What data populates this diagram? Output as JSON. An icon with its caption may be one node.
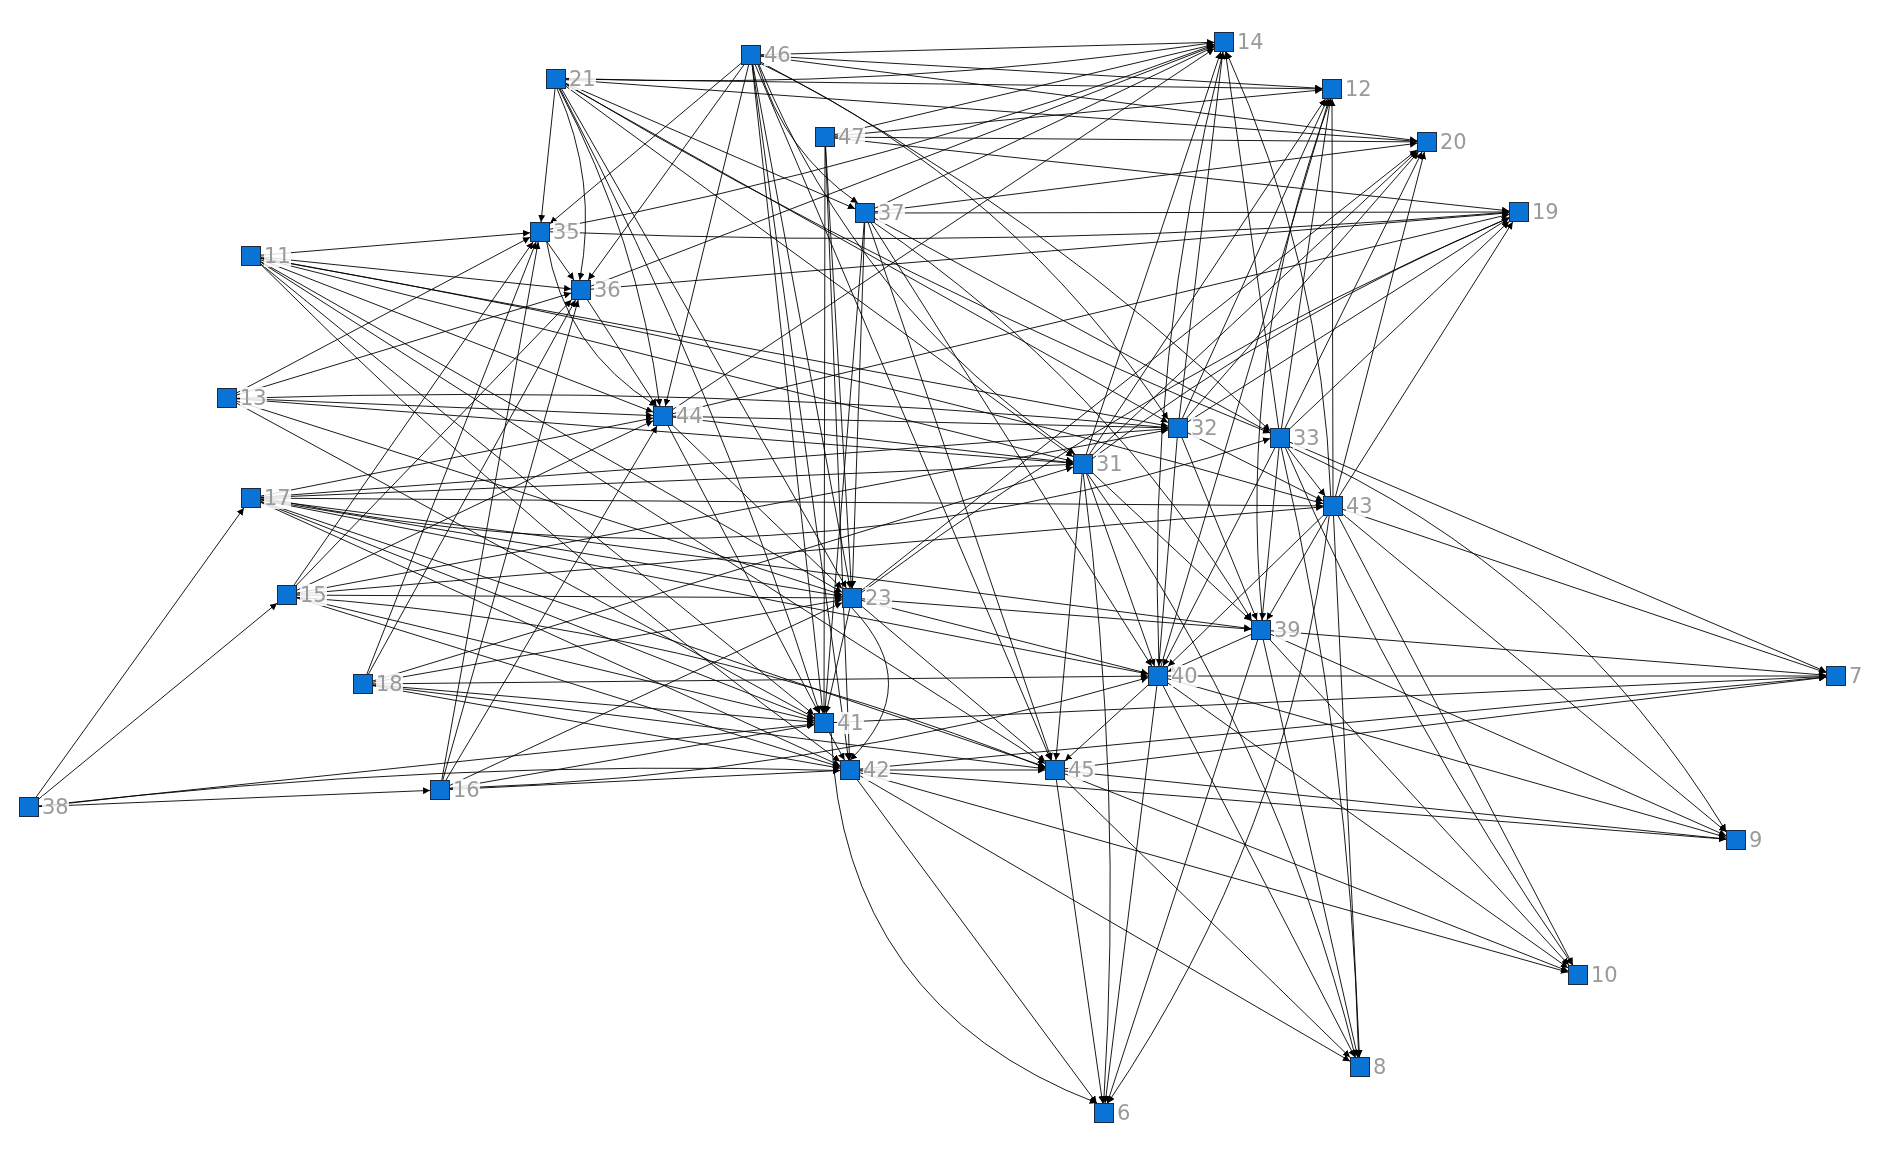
{
  "diagram": {
    "nodes": [
      {
        "text": [
          "14"
        ]
      },
      {
        "text": [
          "46"
        ]
      },
      {
        "text": [
          "21"
        ]
      },
      {
        "text": [
          "12"
        ]
      },
      {
        "text": [
          "47"
        ]
      },
      {
        "text": [
          "20"
        ]
      },
      {
        "text": [
          "19"
        ]
      },
      {
        "text": [
          "37"
        ]
      },
      {
        "text": [
          "35"
        ]
      },
      {
        "text": [
          "11"
        ]
      },
      {
        "text": [
          "36"
        ]
      },
      {
        "text": [
          "13"
        ]
      },
      {
        "text": [
          "44"
        ]
      },
      {
        "text": [
          "32"
        ]
      },
      {
        "text": [
          "33"
        ]
      },
      {
        "text": [
          "31"
        ]
      },
      {
        "text": [
          "17"
        ]
      },
      {
        "text": [
          "43"
        ]
      },
      {
        "text": [
          "15"
        ]
      },
      {
        "text": [
          "23"
        ]
      },
      {
        "text": [
          "39"
        ]
      },
      {
        "text": [
          "40"
        ]
      },
      {
        "text": [
          "7"
        ]
      },
      {
        "text": [
          "18"
        ]
      },
      {
        "text": [
          "41"
        ]
      },
      {
        "text": [
          "42"
        ]
      },
      {
        "text": [
          "45"
        ]
      },
      {
        "text": [
          "16"
        ]
      },
      {
        "text": [
          "38"
        ]
      },
      {
        "text": [
          "9"
        ]
      },
      {
        "text": [
          "10"
        ]
      },
      {
        "text": [
          "8"
        ]
      },
      {
        "text": [
          "6"
        ]
      }
    ],
    "edges": [
      {
        "from": 2,
        "to": 8,
        "arrow": "to"
      },
      {
        "from": 2,
        "to": 10,
        "arrow": "to"
      },
      {
        "from": 2,
        "to": 12,
        "arrow": "to"
      },
      {
        "from": 2,
        "to": 15,
        "arrow": "to"
      },
      {
        "from": 2,
        "to": 13,
        "arrow": "to"
      },
      {
        "from": 2,
        "to": 14,
        "arrow": "to"
      },
      {
        "from": 2,
        "to": 19,
        "arrow": "to"
      },
      {
        "from": 2,
        "to": 24,
        "arrow": "to"
      },
      {
        "from": 2,
        "to": 7,
        "arrow": "to"
      },
      {
        "from": 1,
        "to": 8,
        "arrow": "to"
      },
      {
        "from": 1,
        "to": 10,
        "arrow": "to"
      },
      {
        "from": 1,
        "to": 12,
        "arrow": "to"
      },
      {
        "from": 1,
        "to": 7,
        "arrow": "to"
      },
      {
        "from": 1,
        "to": 15,
        "arrow": "to"
      },
      {
        "from": 1,
        "to": 13,
        "arrow": "to"
      },
      {
        "from": 1,
        "to": 14,
        "arrow": "to"
      },
      {
        "from": 1,
        "to": 24,
        "arrow": "to"
      },
      {
        "from": 1,
        "to": 25,
        "arrow": "to"
      },
      {
        "from": 1,
        "to": 26,
        "arrow": "to"
      },
      {
        "from": 1,
        "to": 19,
        "arrow": "to"
      },
      {
        "from": 9,
        "to": 8,
        "arrow": "to"
      },
      {
        "from": 9,
        "to": 10,
        "arrow": "to"
      },
      {
        "from": 9,
        "to": 12,
        "arrow": "to"
      },
      {
        "from": 9,
        "to": 13,
        "arrow": "to"
      },
      {
        "from": 9,
        "to": 15,
        "arrow": "to"
      },
      {
        "from": 9,
        "to": 19,
        "arrow": "to"
      },
      {
        "from": 9,
        "to": 24,
        "arrow": "to"
      },
      {
        "from": 9,
        "to": 25,
        "arrow": "to"
      },
      {
        "from": 9,
        "to": 17,
        "arrow": "to"
      },
      {
        "from": 9,
        "to": 26,
        "arrow": "to"
      },
      {
        "from": 11,
        "to": 12,
        "arrow": "to"
      },
      {
        "from": 11,
        "to": 13,
        "arrow": "to"
      },
      {
        "from": 11,
        "to": 8,
        "arrow": "to"
      },
      {
        "from": 11,
        "to": 10,
        "arrow": "to"
      },
      {
        "from": 11,
        "to": 15,
        "arrow": "to"
      },
      {
        "from": 11,
        "to": 19,
        "arrow": "to"
      },
      {
        "from": 11,
        "to": 24,
        "arrow": "to"
      },
      {
        "from": 16,
        "to": 12,
        "arrow": "to"
      },
      {
        "from": 16,
        "to": 15,
        "arrow": "to"
      },
      {
        "from": 16,
        "to": 13,
        "arrow": "to"
      },
      {
        "from": 16,
        "to": 14,
        "arrow": "to"
      },
      {
        "from": 16,
        "to": 17,
        "arrow": "to"
      },
      {
        "from": 16,
        "to": 19,
        "arrow": "to"
      },
      {
        "from": 16,
        "to": 24,
        "arrow": "to"
      },
      {
        "from": 16,
        "to": 25,
        "arrow": "to"
      },
      {
        "from": 16,
        "to": 26,
        "arrow": "to"
      },
      {
        "from": 16,
        "to": 20,
        "arrow": "to"
      },
      {
        "from": 16,
        "to": 21,
        "arrow": "to"
      },
      {
        "from": 18,
        "to": 8,
        "arrow": "to"
      },
      {
        "from": 18,
        "to": 10,
        "arrow": "to"
      },
      {
        "from": 18,
        "to": 12,
        "arrow": "to"
      },
      {
        "from": 18,
        "to": 19,
        "arrow": "to"
      },
      {
        "from": 18,
        "to": 24,
        "arrow": "to"
      },
      {
        "from": 18,
        "to": 25,
        "arrow": "to"
      },
      {
        "from": 18,
        "to": 26,
        "arrow": "to"
      },
      {
        "from": 18,
        "to": 13,
        "arrow": "to"
      },
      {
        "from": 18,
        "to": 17,
        "arrow": "to"
      },
      {
        "from": 23,
        "to": 8,
        "arrow": "to"
      },
      {
        "from": 23,
        "to": 10,
        "arrow": "to"
      },
      {
        "from": 23,
        "to": 19,
        "arrow": "to"
      },
      {
        "from": 23,
        "to": 24,
        "arrow": "to"
      },
      {
        "from": 23,
        "to": 25,
        "arrow": "to"
      },
      {
        "from": 23,
        "to": 21,
        "arrow": "to"
      },
      {
        "from": 23,
        "to": 26,
        "arrow": "to"
      },
      {
        "from": 23,
        "to": 15,
        "arrow": "to"
      },
      {
        "from": 27,
        "to": 8,
        "arrow": "to"
      },
      {
        "from": 27,
        "to": 10,
        "arrow": "to"
      },
      {
        "from": 27,
        "to": 24,
        "arrow": "to"
      },
      {
        "from": 27,
        "to": 25,
        "arrow": "to"
      },
      {
        "from": 27,
        "to": 19,
        "arrow": "to"
      },
      {
        "from": 27,
        "to": 21,
        "arrow": "to"
      },
      {
        "from": 27,
        "to": 12,
        "arrow": "to"
      },
      {
        "from": 28,
        "to": 27,
        "arrow": "to"
      },
      {
        "from": 28,
        "to": 25,
        "arrow": "to"
      },
      {
        "from": 28,
        "to": 16,
        "arrow": "to"
      },
      {
        "from": 28,
        "to": 18,
        "arrow": "to"
      },
      {
        "from": 28,
        "to": 24,
        "arrow": "to"
      },
      {
        "from": 1,
        "to": 0,
        "arrow": "to"
      },
      {
        "from": 4,
        "to": 0,
        "arrow": "to"
      },
      {
        "from": 2,
        "to": 0,
        "arrow": "to"
      },
      {
        "from": 8,
        "to": 0,
        "arrow": "to"
      },
      {
        "from": 13,
        "to": 0,
        "arrow": "to"
      },
      {
        "from": 14,
        "to": 0,
        "arrow": "to"
      },
      {
        "from": 15,
        "to": 0,
        "arrow": "to"
      },
      {
        "from": 21,
        "to": 0,
        "arrow": "to"
      },
      {
        "from": 12,
        "to": 0,
        "arrow": "to"
      },
      {
        "from": 10,
        "to": 0,
        "arrow": "to"
      },
      {
        "from": 7,
        "to": 0,
        "arrow": "to"
      },
      {
        "from": 17,
        "to": 0,
        "arrow": "to"
      },
      {
        "from": 1,
        "to": 3,
        "arrow": "to"
      },
      {
        "from": 2,
        "to": 3,
        "arrow": "to"
      },
      {
        "from": 4,
        "to": 3,
        "arrow": "to"
      },
      {
        "from": 13,
        "to": 3,
        "arrow": "to"
      },
      {
        "from": 14,
        "to": 3,
        "arrow": "to"
      },
      {
        "from": 17,
        "to": 3,
        "arrow": "to"
      },
      {
        "from": 15,
        "to": 3,
        "arrow": "to"
      },
      {
        "from": 21,
        "to": 3,
        "arrow": "to"
      },
      {
        "from": 20,
        "to": 3,
        "arrow": "to"
      },
      {
        "from": 2,
        "to": 5,
        "arrow": "to"
      },
      {
        "from": 1,
        "to": 5,
        "arrow": "to"
      },
      {
        "from": 4,
        "to": 5,
        "arrow": "to"
      },
      {
        "from": 7,
        "to": 5,
        "arrow": "to"
      },
      {
        "from": 13,
        "to": 5,
        "arrow": "to"
      },
      {
        "from": 14,
        "to": 5,
        "arrow": "to"
      },
      {
        "from": 17,
        "to": 5,
        "arrow": "to"
      },
      {
        "from": 15,
        "to": 5,
        "arrow": "to"
      },
      {
        "from": 19,
        "to": 5,
        "arrow": "to"
      },
      {
        "from": 8,
        "to": 6,
        "arrow": "to"
      },
      {
        "from": 7,
        "to": 6,
        "arrow": "to"
      },
      {
        "from": 10,
        "to": 6,
        "arrow": "to"
      },
      {
        "from": 4,
        "to": 6,
        "arrow": "to"
      },
      {
        "from": 17,
        "to": 6,
        "arrow": "to"
      },
      {
        "from": 13,
        "to": 6,
        "arrow": "to"
      },
      {
        "from": 14,
        "to": 6,
        "arrow": "to"
      },
      {
        "from": 19,
        "to": 6,
        "arrow": "to"
      },
      {
        "from": 12,
        "to": 6,
        "arrow": "to"
      },
      {
        "from": 15,
        "to": 6,
        "arrow": "to"
      },
      {
        "from": 20,
        "to": 22,
        "arrow": "to"
      },
      {
        "from": 21,
        "to": 22,
        "arrow": "to"
      },
      {
        "from": 17,
        "to": 22,
        "arrow": "to"
      },
      {
        "from": 14,
        "to": 22,
        "arrow": "to"
      },
      {
        "from": 26,
        "to": 22,
        "arrow": "to"
      },
      {
        "from": 25,
        "to": 22,
        "arrow": "to"
      },
      {
        "from": 24,
        "to": 22,
        "arrow": "to"
      },
      {
        "from": 17,
        "to": 29,
        "arrow": "to"
      },
      {
        "from": 21,
        "to": 29,
        "arrow": "to"
      },
      {
        "from": 26,
        "to": 29,
        "arrow": "to"
      },
      {
        "from": 25,
        "to": 29,
        "arrow": "to"
      },
      {
        "from": 14,
        "to": 29,
        "arrow": "to"
      },
      {
        "from": 20,
        "to": 29,
        "arrow": "to"
      },
      {
        "from": 17,
        "to": 30,
        "arrow": "to"
      },
      {
        "from": 20,
        "to": 30,
        "arrow": "to"
      },
      {
        "from": 26,
        "to": 30,
        "arrow": "to"
      },
      {
        "from": 25,
        "to": 30,
        "arrow": "to"
      },
      {
        "from": 21,
        "to": 30,
        "arrow": "to"
      },
      {
        "from": 14,
        "to": 30,
        "arrow": "to"
      },
      {
        "from": 20,
        "to": 31,
        "arrow": "to"
      },
      {
        "from": 21,
        "to": 31,
        "arrow": "to"
      },
      {
        "from": 17,
        "to": 31,
        "arrow": "to"
      },
      {
        "from": 25,
        "to": 31,
        "arrow": "to"
      },
      {
        "from": 26,
        "to": 31,
        "arrow": "to"
      },
      {
        "from": 14,
        "to": 31,
        "arrow": "to"
      },
      {
        "from": 15,
        "to": 31,
        "arrow": "to"
      },
      {
        "from": 21,
        "to": 32,
        "arrow": "to"
      },
      {
        "from": 20,
        "to": 32,
        "arrow": "to"
      },
      {
        "from": 26,
        "to": 32,
        "arrow": "to"
      },
      {
        "from": 25,
        "to": 32,
        "arrow": "to"
      },
      {
        "from": 17,
        "to": 32,
        "arrow": "to"
      },
      {
        "from": 15,
        "to": 32,
        "arrow": "to"
      },
      {
        "from": 24,
        "to": 32,
        "arrow": "to"
      },
      {
        "from": 8,
        "to": 10,
        "arrow": "to"
      },
      {
        "from": 8,
        "to": 12,
        "arrow": "to"
      },
      {
        "from": 10,
        "to": 12,
        "arrow": "to"
      },
      {
        "from": 12,
        "to": 13,
        "arrow": "to"
      },
      {
        "from": 12,
        "to": 15,
        "arrow": "to"
      },
      {
        "from": 12,
        "to": 19,
        "arrow": "to"
      },
      {
        "from": 12,
        "to": 24,
        "arrow": "to"
      },
      {
        "from": 4,
        "to": 19,
        "arrow": "to"
      },
      {
        "from": 4,
        "to": 24,
        "arrow": "to"
      },
      {
        "from": 4,
        "to": 25,
        "arrow": "to"
      },
      {
        "from": 7,
        "to": 19,
        "arrow": "to"
      },
      {
        "from": 7,
        "to": 24,
        "arrow": "to"
      },
      {
        "from": 7,
        "to": 20,
        "arrow": "to"
      },
      {
        "from": 7,
        "to": 26,
        "arrow": "to"
      },
      {
        "from": 7,
        "to": 21,
        "arrow": "to"
      },
      {
        "from": 7,
        "to": 14,
        "arrow": "to"
      },
      {
        "from": 19,
        "to": 24,
        "arrow": "to"
      },
      {
        "from": 19,
        "to": 25,
        "arrow": "to"
      },
      {
        "from": 19,
        "to": 26,
        "arrow": "to"
      },
      {
        "from": 19,
        "to": 21,
        "arrow": "to"
      },
      {
        "from": 19,
        "to": 20,
        "arrow": "to"
      },
      {
        "from": 24,
        "to": 25,
        "arrow": "to"
      },
      {
        "from": 15,
        "to": 21,
        "arrow": "to"
      },
      {
        "from": 15,
        "to": 26,
        "arrow": "to"
      },
      {
        "from": 15,
        "to": 20,
        "arrow": "to"
      },
      {
        "from": 13,
        "to": 21,
        "arrow": "to"
      },
      {
        "from": 13,
        "to": 20,
        "arrow": "to"
      },
      {
        "from": 13,
        "to": 17,
        "arrow": "to"
      },
      {
        "from": 14,
        "to": 17,
        "arrow": "to"
      },
      {
        "from": 14,
        "to": 20,
        "arrow": "to"
      },
      {
        "from": 14,
        "to": 21,
        "arrow": "to"
      },
      {
        "from": 17,
        "to": 20,
        "arrow": "to"
      },
      {
        "from": 17,
        "to": 21,
        "arrow": "to"
      },
      {
        "from": 20,
        "to": 21,
        "arrow": "to"
      },
      {
        "from": 21,
        "to": 26,
        "arrow": "to"
      },
      {
        "from": 25,
        "to": 26,
        "arrow": "to"
      }
    ]
  }
}
